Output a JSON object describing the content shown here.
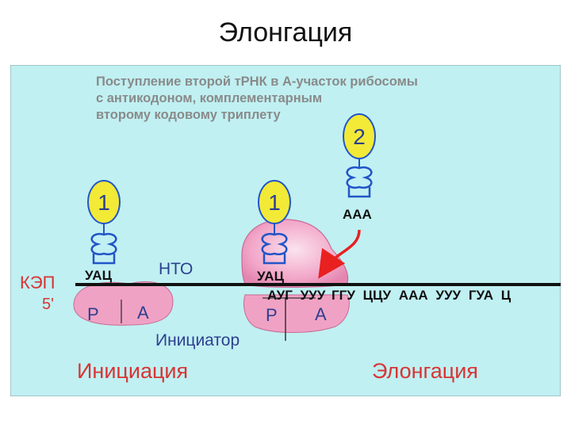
{
  "slide": {
    "title": "Элонгация"
  },
  "diagram": {
    "caption_lines": [
      "Поступление второй тРНК в А-участок рибосомы",
      "с антикодоном, комплементарным",
      "второму кодовому триплету"
    ],
    "trna_left": {
      "number": "1",
      "anticodon": "УАЦ"
    },
    "trna_middle": {
      "number": "1",
      "anticodon": "УАЦ"
    },
    "trna_incoming": {
      "number": "2",
      "anticodon": "ААА"
    },
    "mrna_left": {
      "cap": "КЭП",
      "end": "5'",
      "nto": "НТО"
    },
    "mrna_codons": [
      "АУГ",
      "УУУ",
      "ГГУ",
      "ЦЦУ",
      "ААА",
      "УУУ",
      "ГУА",
      "Ц"
    ],
    "ribosome_left": {
      "site_p": "Р",
      "site_a": "А"
    },
    "ribosome_right": {
      "site_p": "Р",
      "site_a": "А"
    },
    "initiator_label": "Инициатор",
    "stage_left": "Инициация",
    "stage_right": "Элонгация",
    "colors": {
      "background": "#c0f0f2",
      "caption": "#8a8a8a",
      "trna_head": "#f2ea36",
      "trna_outline": "#2255c8",
      "ribosome": "#f0a2c4",
      "ribosome_light": "#fbe0ec",
      "label_red": "#d83434",
      "label_blue": "#2d3f8f",
      "arrow": "#e82020"
    }
  }
}
